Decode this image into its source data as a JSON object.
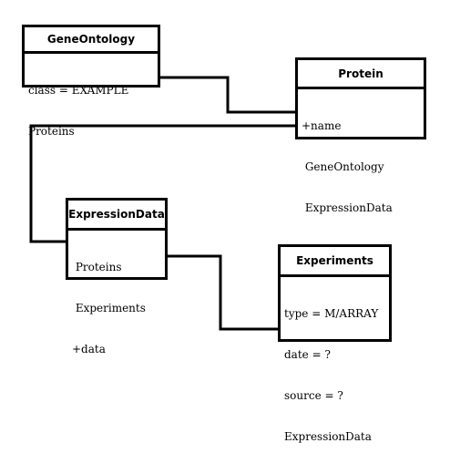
{
  "classes": {
    "gene_ontology": {
      "title": "GeneOntology",
      "attrs": [
        "class = EXAMPLE",
        "Proteins"
      ]
    },
    "protein": {
      "title": "Protein",
      "attrs": [
        "+name",
        " GeneOntology",
        " ExpressionData"
      ]
    },
    "expression_data": {
      "title": "ExpressionData",
      "attrs": [
        " Proteins",
        " Experiments",
        "+data"
      ]
    },
    "experiments": {
      "title": "Experiments",
      "attrs": [
        "type = M/ARRAY",
        "date = ?",
        "source = ?",
        "ExpressionData"
      ]
    }
  }
}
